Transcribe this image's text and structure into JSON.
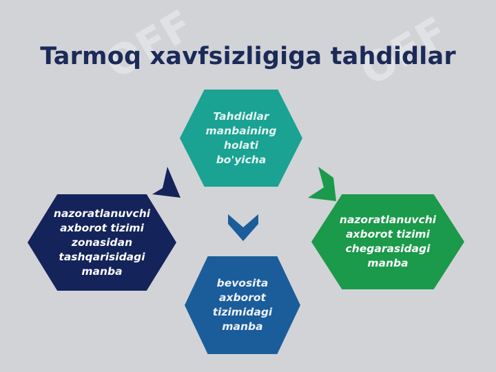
{
  "title": "Tarmoq xavfsizligiga tahdidlar",
  "watermark": "OFF",
  "nodes": {
    "top": "Tahdidlar\nmanbaining\nholati\nbo'yicha",
    "left": "nazoratlanuvchi\naxborot tizimi\nzonasidan\ntashqarisidagi\nmanba",
    "right": "nazoratlanuvchi\naxborot tizimi\nchegarasidagi\nmanba",
    "bottom": "bevosita\naxborot\ntizimidagi\nmanba"
  },
  "colors": {
    "background": "#d2d3d7",
    "title": "#1b2a57",
    "top": "#1aa293",
    "left": "#14235a",
    "right": "#1a9a4a",
    "bottom": "#1b5d9a"
  }
}
